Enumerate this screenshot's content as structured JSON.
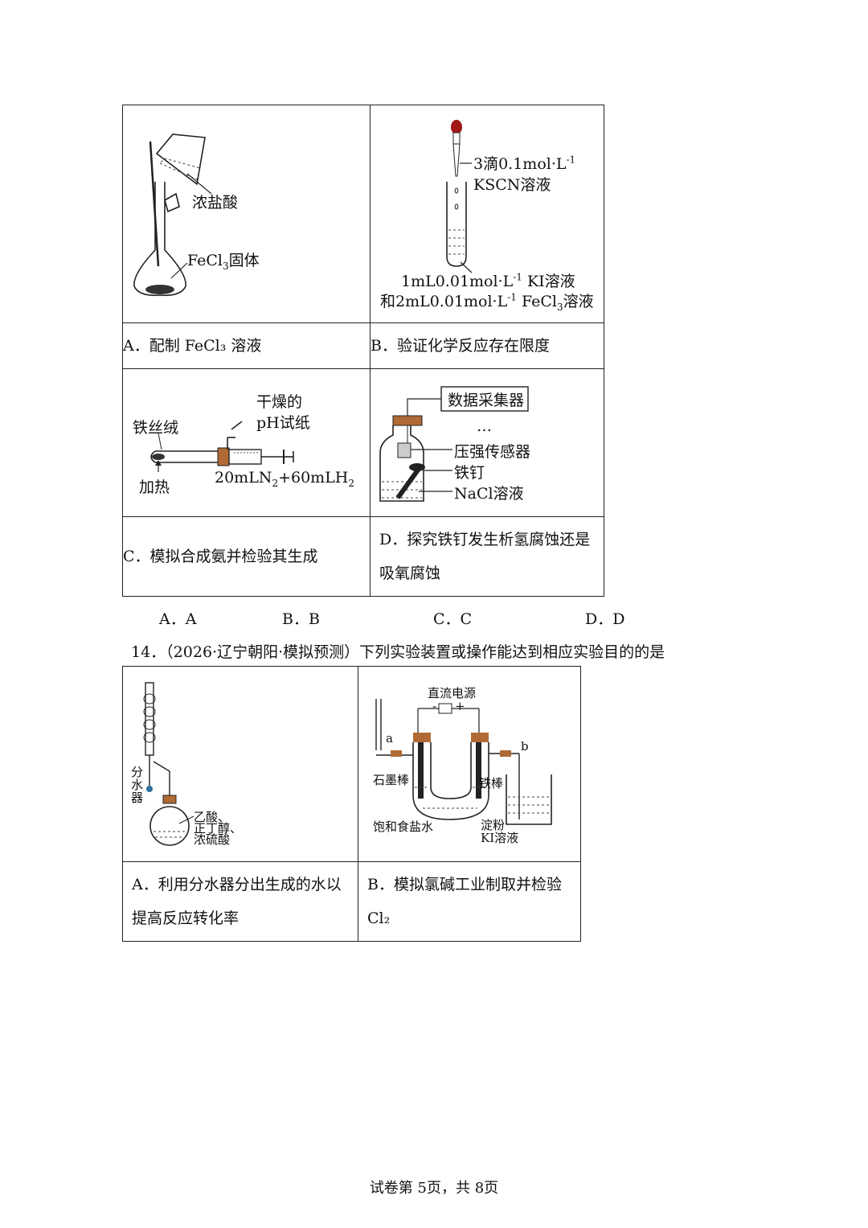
{
  "q13": {
    "A": {
      "caption": "A．配制 FeCl₃ 溶液",
      "labels": {
        "acid": "浓盐酸",
        "solid_a": "FeCl",
        "solid_sub": "3",
        "solid_b": "固体"
      }
    },
    "B": {
      "caption": "B．验证化学反应存在限度",
      "labels": {
        "drop_a": "3滴0.1mol·L",
        "drop_sup": "-1",
        "drop_b": "KSCN溶液",
        "mix1_a": "1mL0.01mol·L",
        "mix1_sup": "-1",
        "mix1_b": " KI溶液",
        "mix2_a": "和2mL0.01mol·L",
        "mix2_sup": "-1",
        "mix2_b": " FeCl",
        "mix2_sub": "3",
        "mix2_c": "溶液"
      }
    },
    "C": {
      "caption": "C．模拟合成氨并检验其生成",
      "labels": {
        "dry": "干燥的",
        "ph": "pH试纸",
        "wool": "铁丝绒",
        "heat": "加热",
        "gas_a": "20mLN",
        "gas_sub1": "2",
        "gas_b": "+60mLH",
        "gas_sub2": "2"
      }
    },
    "D": {
      "caption1": "D．探究铁钉发生析氢腐蚀还是",
      "caption2": "吸氧腐蚀",
      "labels": {
        "collector": "数据采集器",
        "dots": "…",
        "sensor": "压强传感器",
        "nail": "铁钉",
        "nacl": "NaCl溶液"
      }
    },
    "options": [
      "A．A",
      "B．B",
      "C．C",
      "D．D"
    ]
  },
  "q14": {
    "stem": "14．（2026·辽宁朝阳·模拟预测）下列实验装置或操作能达到相应实验目的的是",
    "A": {
      "caption1": "A．利用分水器分出生成的水以",
      "caption2": "提高反应转化率",
      "labels": {
        "sep1": "分",
        "sep2": "水",
        "sep3": "器",
        "r1": "乙酸、",
        "r2": "正丁醇、",
        "r3": "浓硫酸"
      }
    },
    "B": {
      "caption1": "B．模拟氯碱工业制取并检验",
      "caption2": "Cl₂",
      "labels": {
        "power": "直流电源",
        "minus": "-",
        "plus": "+",
        "a": "a",
        "b": "b",
        "graphite": "石墨棒",
        "iron": "铁棒",
        "brine": "饱和食盐水",
        "starch": "淀粉",
        "ki": "KI溶液"
      }
    }
  },
  "footer": "试卷第 5页，共 8页"
}
